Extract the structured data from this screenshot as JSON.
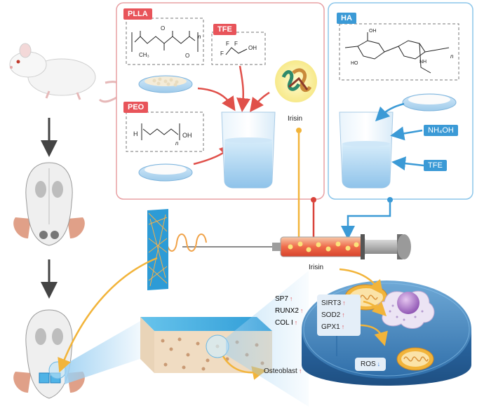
{
  "panels": {
    "plla": {
      "tag": "PLLA"
    },
    "tfe": {
      "tag": "TFE"
    },
    "peo": {
      "tag": "PEO"
    },
    "ha": {
      "tag": "HA"
    }
  },
  "reagents": {
    "irisin": "Irisin",
    "nh4oh": "NH₄OH",
    "tfe_blue": "TFE"
  },
  "chem": {
    "plla_n": "n",
    "peo_h": "H",
    "peo_n": "n",
    "peo_oh": "OH",
    "tfe_f1": "F",
    "tfe_f2": "F",
    "tfe_f3": "F",
    "tfe_oh": "OH",
    "ha_n": "n"
  },
  "cell": {
    "irisin_label": "Irisin",
    "markers": [
      "SP7",
      "RUNX2",
      "COL I"
    ],
    "enzymes": [
      "SIRT3",
      "SOD2",
      "GPX1"
    ],
    "ros": "ROS",
    "osteoblast": "Osteoblast"
  },
  "colors": {
    "red_panel": "#e8a0a4",
    "blue_panel": "#8cc6ea",
    "yellow_line": "#f2b43a",
    "red_line": "#d9423a",
    "blue_line": "#3b9ad6",
    "up_arrow": "#e0525a",
    "down_arrow": "#3b7fd6"
  }
}
